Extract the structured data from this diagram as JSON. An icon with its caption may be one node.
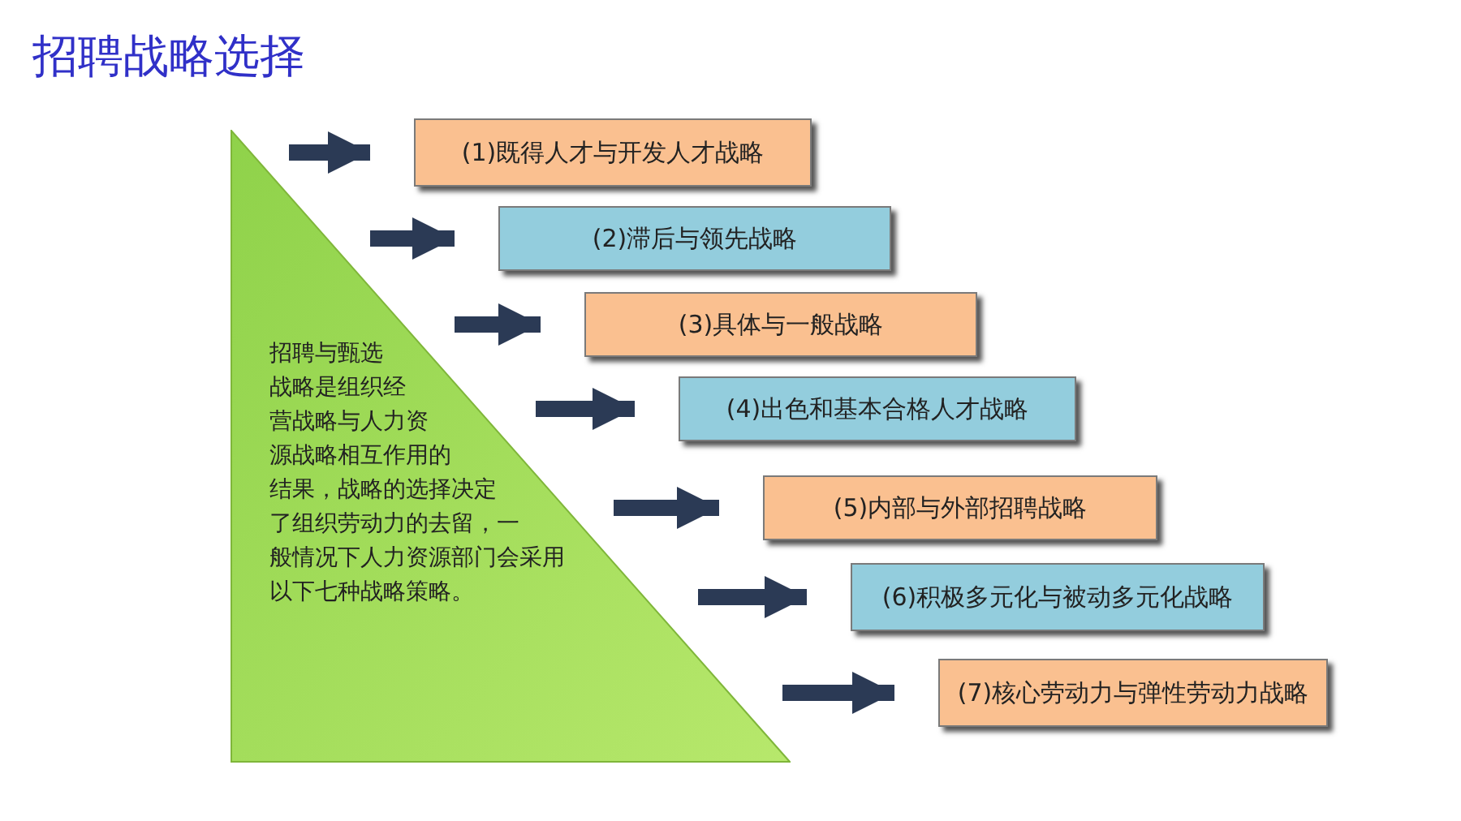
{
  "diagram": {
    "title": "招聘战略选择",
    "nodes": [
      {
        "text": [
          "招聘与甄选战略是组织经营战略与人力资源战略相互作用的结果，战略的选择决定了组织劳动力的去留，一般情况下人力资源部门会采用以下七种战略策略。"
        ]
      },
      {
        "text": [
          "(1)既得人才与开发人才战略"
        ]
      },
      {
        "text": [
          "(2)滞后与领先战略"
        ]
      },
      {
        "text": [
          "(3)具体与一般战略"
        ]
      },
      {
        "text": [
          "(4)出色和基本合格人才战略"
        ]
      },
      {
        "text": [
          "(5)内部与外部招聘战略"
        ]
      },
      {
        "text": [
          "(6)积极多元化与被动多元化战略"
        ]
      },
      {
        "text": [
          "(7)核心劳动力与弹性劳动力战略"
        ]
      }
    ],
    "edges": [
      {
        "from": null,
        "to": 1,
        "arrow": "to"
      },
      {
        "from": null,
        "to": 2,
        "arrow": "to"
      },
      {
        "from": null,
        "to": 3,
        "arrow": "to"
      },
      {
        "from": null,
        "to": 4,
        "arrow": "to"
      },
      {
        "from": null,
        "to": 5,
        "arrow": "to"
      },
      {
        "from": null,
        "to": 6,
        "arrow": "to"
      },
      {
        "from": null,
        "to": 7,
        "arrow": "to"
      }
    ]
  }
}
